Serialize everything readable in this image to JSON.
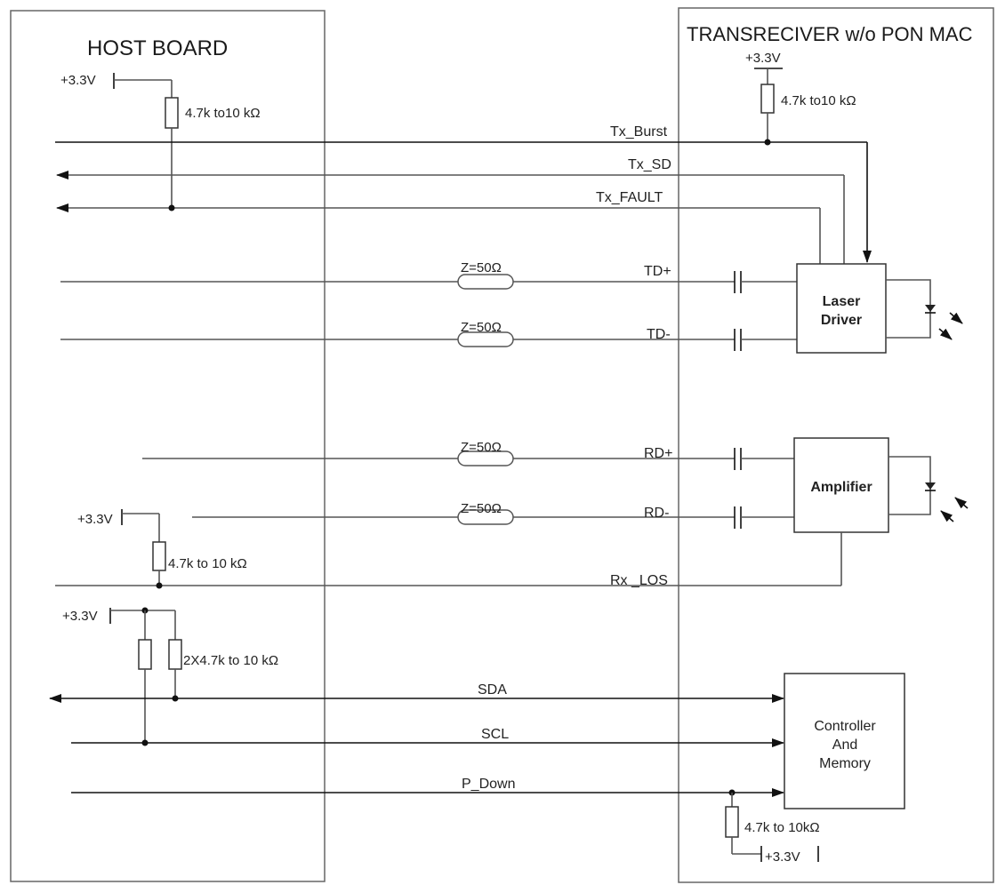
{
  "host_board": {
    "title": "HOST BOARD"
  },
  "transceiver": {
    "title": "TRANSRECIVER w/o PON MAC"
  },
  "power": {
    "label": "+3.3V"
  },
  "resistors": {
    "host_tx_pullup": "4.7k to10 kΩ",
    "module_burst_pullup": "4.7k to10 kΩ",
    "host_los_pullup": "4.7k to 10 kΩ",
    "host_i2c_pullups": "2X4.7k to 10 kΩ",
    "module_pdown_pullup": "4.7k to 10kΩ"
  },
  "signals": {
    "tx_burst": "Tx_Burst",
    "tx_sd": "Tx_SD",
    "tx_fault": "Tx_FAULT",
    "td_plus": "TD+",
    "td_minus": "TD-",
    "rd_plus": "RD+",
    "rd_minus": "RD-",
    "rx_los": "Rx _LOS",
    "sda": "SDA",
    "scl": "SCL",
    "p_down": "P_Down"
  },
  "impedance": {
    "label": "Z=50Ω"
  },
  "blocks": {
    "laser_driver": {
      "line1": "Laser",
      "line2": "Driver"
    },
    "amplifier": {
      "line1": "Amplifier"
    },
    "controller": {
      "line1": "Controller",
      "line2": "And",
      "line3": "Memory"
    }
  }
}
